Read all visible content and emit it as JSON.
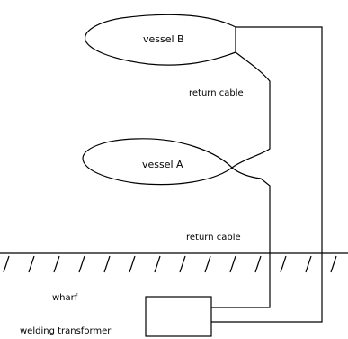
{
  "diagram": {
    "vessel_b_label": "vessel B",
    "vessel_a_label": "vessel A",
    "return_cable_upper_label": "return cable",
    "return_cable_lower_label": "return cable",
    "wharf_label": "wharf",
    "welding_transformer_label": "welding transformer"
  }
}
